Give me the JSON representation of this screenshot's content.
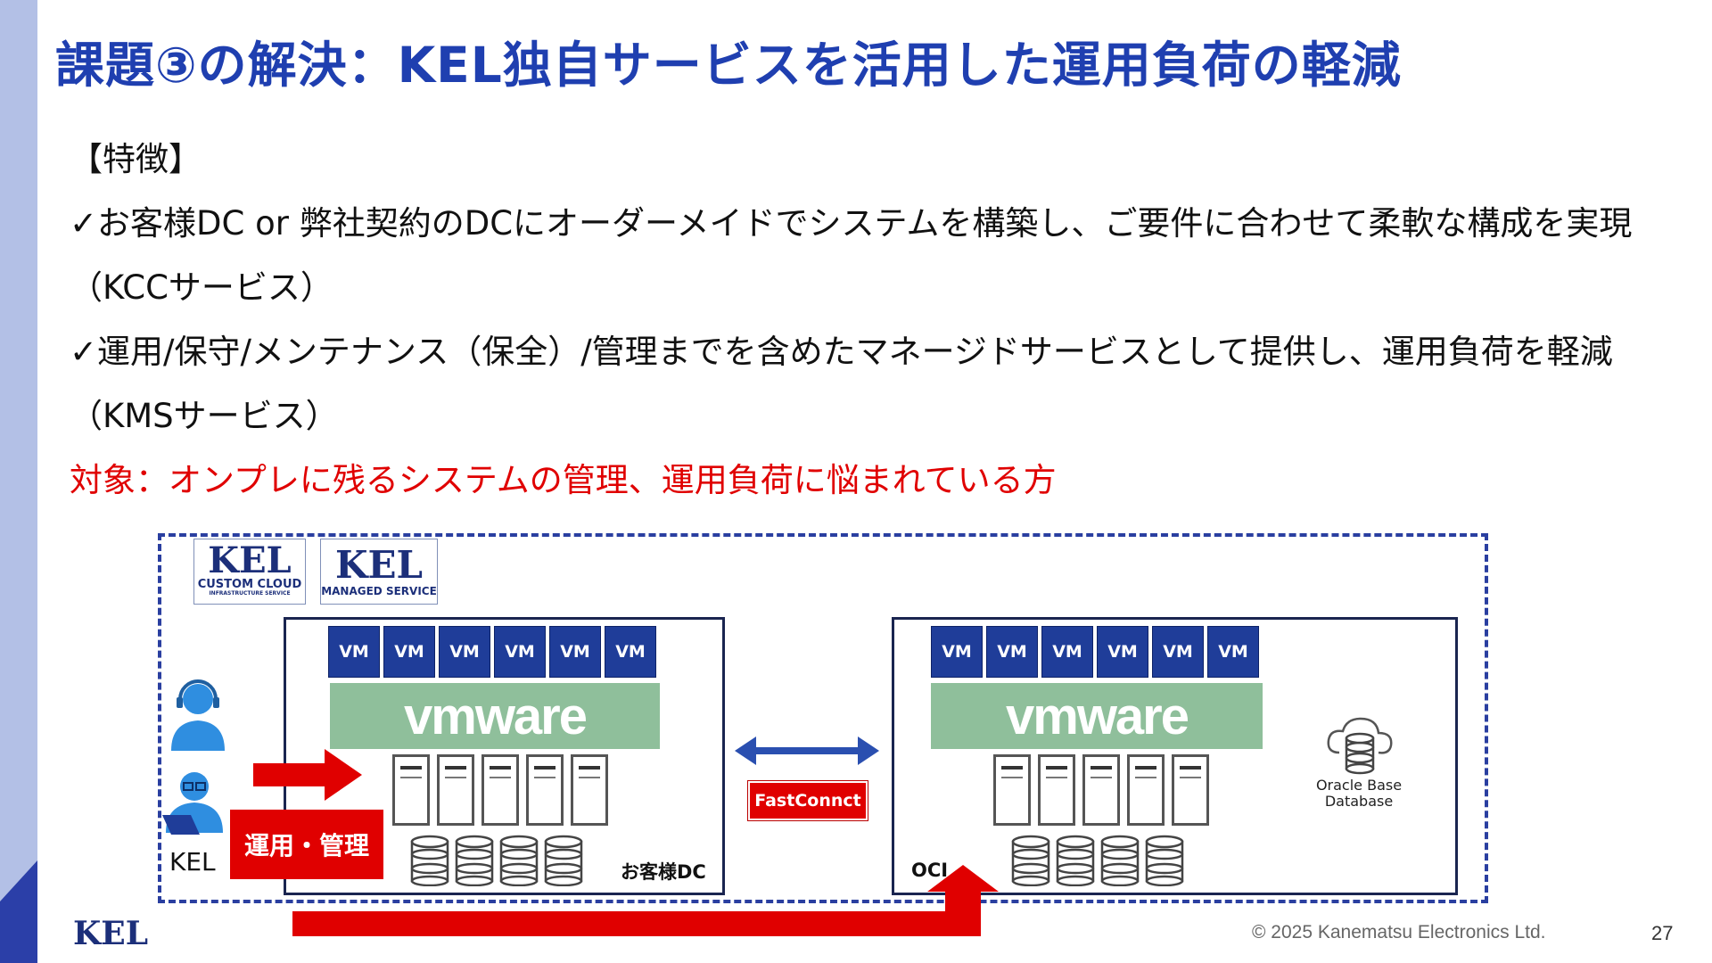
{
  "slide": {
    "title": "課題③の解決：KEL独自サービスを活用した運用負荷の軽減",
    "features_header": "【特徴】",
    "line1": "✓お客様DC or 弊社契約のDCにオーダーメイドでシステムを構築し、ご要件に合わせて柔軟な構成を実現",
    "line2": "（KCCサービス）",
    "line3": "✓運用/保守/メンテナンス（保全）/管理までを含めたマネージドサービスとして提供し、運用負荷を軽減",
    "line4": "（KMSサービス）",
    "target": "対象：オンプレに残るシステムの管理、運用負荷に悩まれている方"
  },
  "diagram": {
    "logo1_main": "KEL",
    "logo1_sub": "CUSTOM CLOUD",
    "logo1_small": "INFRASTRUCTURE SERVICE",
    "logo2_main": "KEL",
    "logo2_sub": "MANAGED SERVICE",
    "left_vms": [
      "VM",
      "VM",
      "VM",
      "VM",
      "VM",
      "VM"
    ],
    "right_vms": [
      "VM",
      "VM",
      "VM",
      "VM",
      "VM",
      "VM"
    ],
    "vmware_label": "vmware",
    "left_box_label": "お客様DC",
    "right_box_label": "OCI",
    "fastconnect_label": "FastConnct",
    "operator_label": "KEL",
    "ops_label": "運用・管理",
    "oracle_label_1": "Oracle Base",
    "oracle_label_2": "Database"
  },
  "footer": {
    "logo": "KEL",
    "copyright": "© 2025 Kanematsu Electronics Ltd.",
    "page_number": "27"
  },
  "colors": {
    "title_blue": "#1f3fb0",
    "accent_red": "#e00000",
    "vm_blue": "#1f3d99",
    "vmware_green": "#8fbf9b",
    "frame_blue": "#2a3fa0"
  }
}
